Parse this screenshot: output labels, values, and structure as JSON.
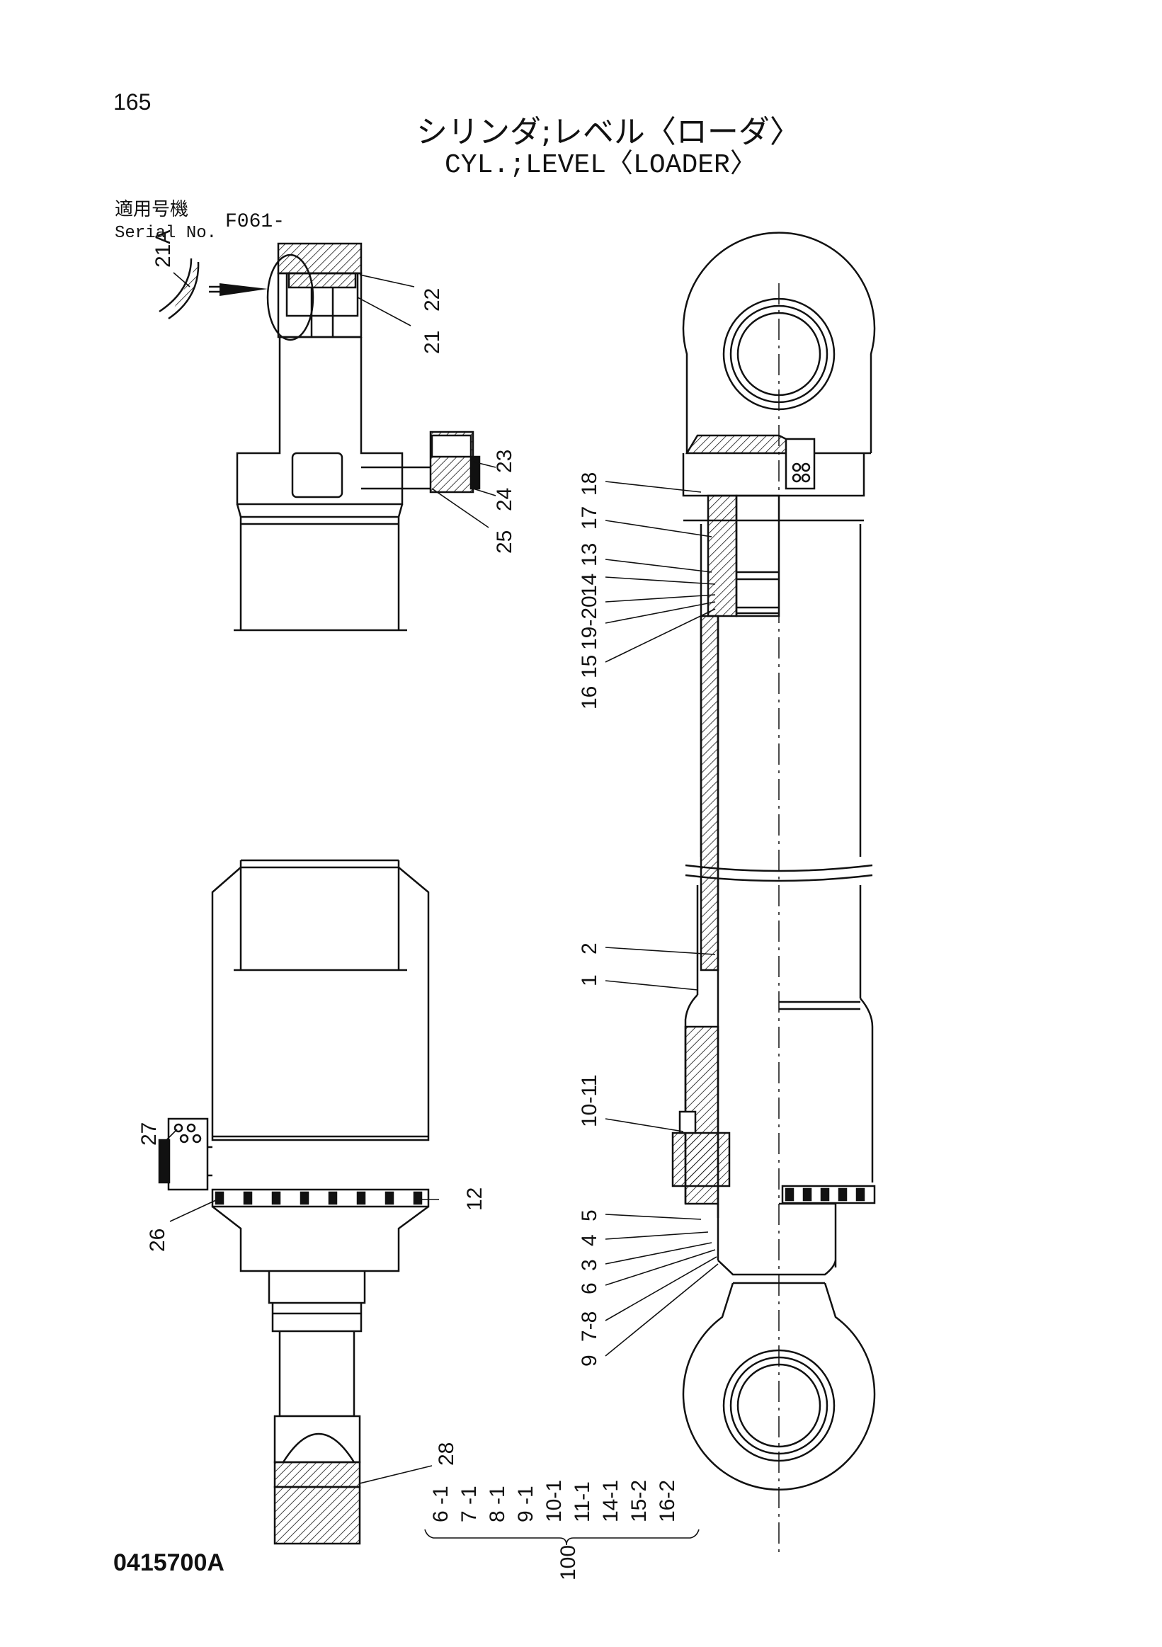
{
  "page_number": "165",
  "title_jp": "シリンダ;レベル〈ローダ〉",
  "title_en": "CYL.;LEVEL〈LOADER〉",
  "serial_label_jp": "適用号機",
  "serial_label_en": "Serial No.",
  "serial_value": "F061-",
  "document_number": "0415700A",
  "callouts": {
    "c21a": "21A",
    "c22": "22",
    "c21": "21",
    "c23": "23",
    "c24": "24",
    "c25": "25",
    "c18": "18",
    "c17": "17",
    "c13": "13",
    "c14": "14",
    "c19_20": "19-20",
    "c15": "15",
    "c16": "16",
    "c2": "2",
    "c1": "1",
    "c10_11": "10-11",
    "c5": "5",
    "c4": "4",
    "c3": "3",
    "c6": "6",
    "c7_8": "7-8",
    "c9": "9",
    "c27": "27",
    "c26": "26",
    "c12": "12",
    "c28": "28"
  },
  "kit": {
    "number": "100",
    "items": [
      "6 -1",
      "7 -1",
      "8 -1",
      "9 -1",
      "10-1",
      "11-1",
      "14-1",
      "15-2",
      "16-2"
    ]
  }
}
